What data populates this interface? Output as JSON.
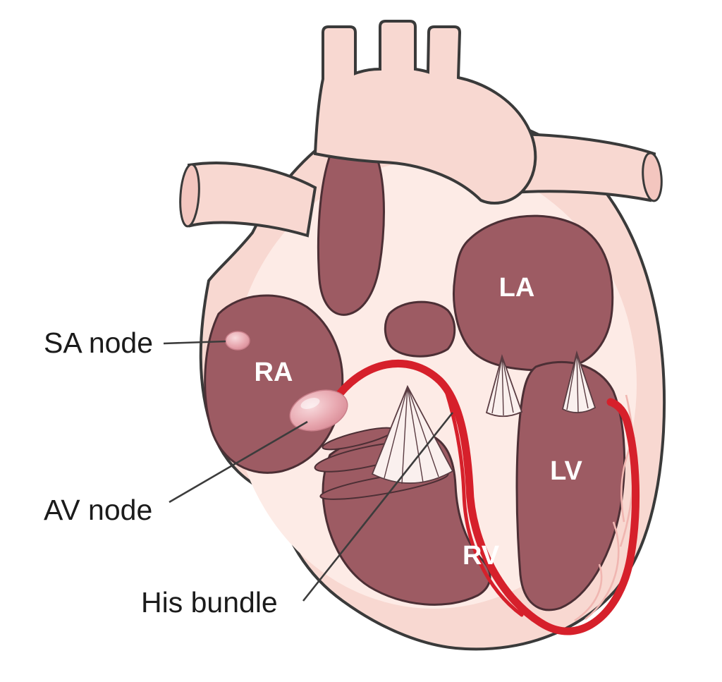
{
  "figure": {
    "annotations": {
      "sa_node": "SA node",
      "av_node": "AV node",
      "his_bundle": "His bundle"
    },
    "chamber_labels": {
      "ra": "RA",
      "la": "LA",
      "lv": "LV",
      "rv": "RV"
    },
    "colors": {
      "background": "#ffffff",
      "heart_wall": "#f8d8d1",
      "heart_wall_inner": "#fdebe6",
      "vessel_opening": "#f3c6bf",
      "chamber_fill": "#9d5b63",
      "outline": "#3a3a3a",
      "conduction": "#d6202b",
      "node_fill": "#e8a8b0",
      "label_text": "#1b1b1b",
      "chamber_label_text": "#ffffff"
    }
  }
}
